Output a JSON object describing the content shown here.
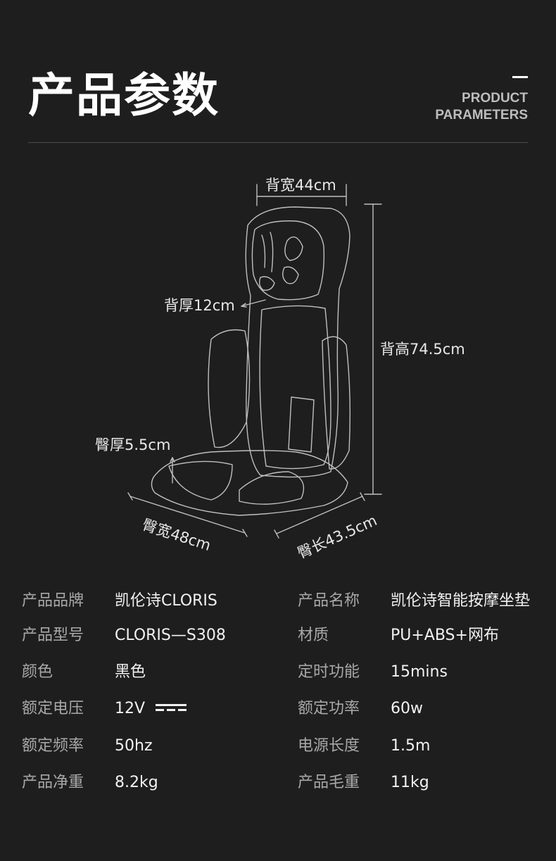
{
  "header": {
    "title": "产品参数",
    "subtitle_line1": "PRODUCT",
    "subtitle_line2": "PARAMETERS"
  },
  "dimensions": {
    "back_width": "背宽44cm",
    "back_thickness": "背厚12cm",
    "back_height": "背高74.5cm",
    "seat_thickness": "臀厚5.5cm",
    "seat_width": "臀宽48cm",
    "seat_length": "臀长43.5cm"
  },
  "specs": {
    "left": [
      {
        "key": "产品品牌",
        "value": "凯伦诗CLORIS"
      },
      {
        "key": "产品型号",
        "value": "CLORIS—S308"
      },
      {
        "key": "颜色",
        "value": "黑色"
      },
      {
        "key": "额定电压",
        "value": "12V"
      },
      {
        "key": "额定频率",
        "value": "50hz"
      },
      {
        "key": "产品净重",
        "value": "8.2kg"
      }
    ],
    "right": [
      {
        "key": "产品名称",
        "value": "凯伦诗智能按摩坐垫"
      },
      {
        "key": "材质",
        "value": "PU+ABS+网布"
      },
      {
        "key": "定时功能",
        "value": "15mins"
      },
      {
        "key": "额定功率",
        "value": "60w"
      },
      {
        "key": "电源长度",
        "value": "1.5m"
      },
      {
        "key": "产品毛重",
        "value": "11kg"
      }
    ]
  },
  "icons": {
    "dc_symbol": "dc-current-icon"
  }
}
